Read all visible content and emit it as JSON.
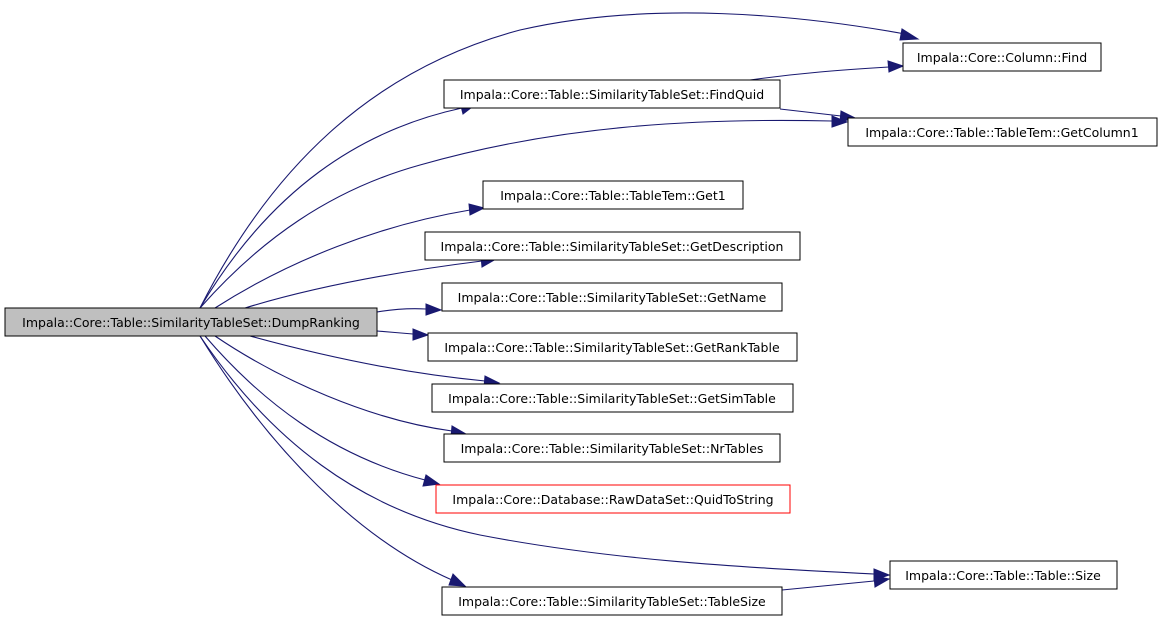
{
  "colors": {
    "edge": "#191970",
    "node_border": "#000000",
    "node_border_highlight": "#ff0000",
    "root_fill": "#bfbfbf",
    "background": "#ffffff"
  },
  "nodes": {
    "dump_ranking": "Impala::Core::Table::SimilarityTableSet::DumpRanking",
    "column_find": "Impala::Core::Column::Find",
    "find_quid": "Impala::Core::Table::SimilarityTableSet::FindQuid",
    "get_column1": "Impala::Core::Table::TableTem::GetColumn1",
    "get1": "Impala::Core::Table::TableTem::Get1",
    "get_description": "Impala::Core::Table::SimilarityTableSet::GetDescription",
    "get_name": "Impala::Core::Table::SimilarityTableSet::GetName",
    "get_rank_table": "Impala::Core::Table::SimilarityTableSet::GetRankTable",
    "get_sim_table": "Impala::Core::Table::SimilarityTableSet::GetSimTable",
    "nr_tables": "Impala::Core::Table::SimilarityTableSet::NrTables",
    "quid_to_string": "Impala::Core::Database::RawDataSet::QuidToString",
    "table_size": "Impala::Core::Table::Table::Size",
    "similarity_table_size": "Impala::Core::Table::SimilarityTableSet::TableSize"
  },
  "edges": [
    [
      "dump_ranking",
      "column_find"
    ],
    [
      "dump_ranking",
      "find_quid"
    ],
    [
      "dump_ranking",
      "get_column1"
    ],
    [
      "dump_ranking",
      "get1"
    ],
    [
      "dump_ranking",
      "get_description"
    ],
    [
      "dump_ranking",
      "get_name"
    ],
    [
      "dump_ranking",
      "get_rank_table"
    ],
    [
      "dump_ranking",
      "get_sim_table"
    ],
    [
      "dump_ranking",
      "nr_tables"
    ],
    [
      "dump_ranking",
      "quid_to_string"
    ],
    [
      "dump_ranking",
      "table_size"
    ],
    [
      "dump_ranking",
      "similarity_table_size"
    ],
    [
      "find_quid",
      "column_find"
    ],
    [
      "find_quid",
      "get_column1"
    ],
    [
      "similarity_table_size",
      "table_size"
    ]
  ]
}
